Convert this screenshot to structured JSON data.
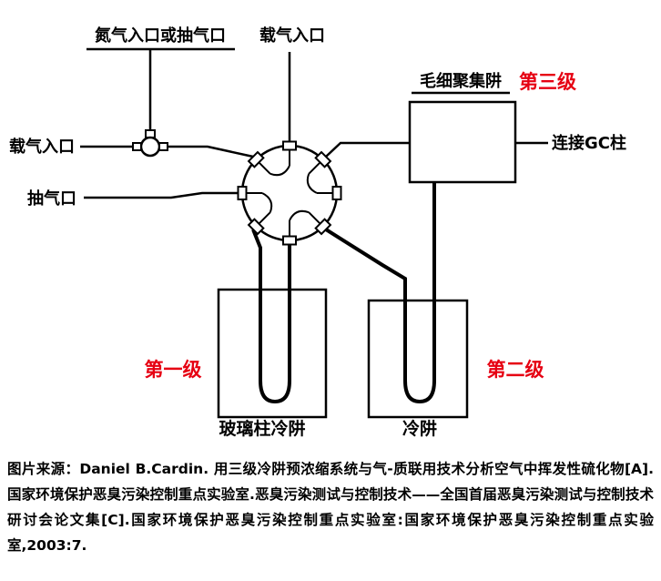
{
  "diagram": {
    "labels": {
      "nitrogen_inlet": "氮气入口或抽气口",
      "carrier_inlet_top": "载气入口",
      "carrier_inlet_left": "载气入口",
      "pump_port": "抽气口",
      "capillary_trap": "毛细聚集阱",
      "stage_three": "第三级",
      "gc_column": "连接GC柱",
      "stage_one": "第一级",
      "stage_two": "第二级",
      "glass_column_trap": "玻璃柱冷阱",
      "cold_trap": "冷阱"
    },
    "colors": {
      "stage_label": "#e60012",
      "line": "#000000"
    }
  },
  "caption": "图片来源：Daniel B.Cardin. 用三级冷阱预浓缩系统与气-质联用技术分析空气中挥发性硫化物[A]. 国家环境保护恶臭污染控制重点实验室.恶臭污染测试与控制技术——全国首届恶臭污染测试与控制技术研讨会论文集[C].国家环境保护恶臭污染控制重点实验室:国家环境保护恶臭污染控制重点实验室,2003:7."
}
